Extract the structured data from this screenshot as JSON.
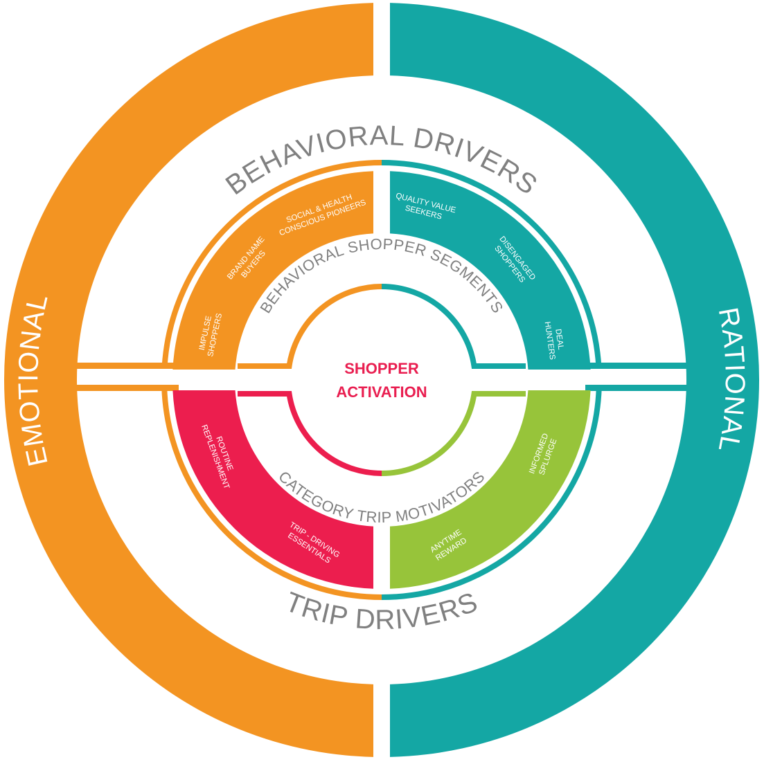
{
  "colors": {
    "emotional": "#f39422",
    "rational": "#14a7a4",
    "routine": "#ec1e4e",
    "splurge": "#97c43a",
    "label_gray": "#808080",
    "center_text": "#e91e50"
  },
  "outer_ring": {
    "left_label": "EMOTIONAL",
    "right_label": "RATIONAL"
  },
  "headings": {
    "top": "BEHAVIORAL DRIVERS",
    "bottom": "TRIP DRIVERS"
  },
  "middle_labels": {
    "top": "BEHAVIORAL SHOPPER SEGMENTS",
    "bottom": "CATEGORY TRIP MOTIVATORS"
  },
  "center": {
    "line1": "SHOPPER",
    "line2": "ACTIVATION"
  },
  "segments": {
    "emotional_behavioral": [
      {
        "line1": "SOCIAL & HEALTH",
        "line2": "CONSCIOUS PIONEERS"
      },
      {
        "line1": "BRAND NAME",
        "line2": "BUYERS"
      },
      {
        "line1": "IMPULSE",
        "line2": "SHOPPERS"
      }
    ],
    "rational_behavioral": [
      {
        "line1": "QUALITY VALUE",
        "line2": "SEEKERS"
      },
      {
        "line1": "DISENGAGED",
        "line2": "SHOPPERS"
      },
      {
        "line1": "DEAL",
        "line2": "HUNTERS"
      }
    ],
    "emotional_trip": [
      {
        "line1": "ROUTINE",
        "line2": "REPLENISHMENT"
      },
      {
        "line1": "TRIP - DRIVING",
        "line2": "ESSENTIALS"
      }
    ],
    "rational_trip": [
      {
        "line1": "INFORMED",
        "line2": "SPLURGE"
      },
      {
        "line1": "ANYTIME",
        "line2": "REWARD"
      }
    ]
  }
}
